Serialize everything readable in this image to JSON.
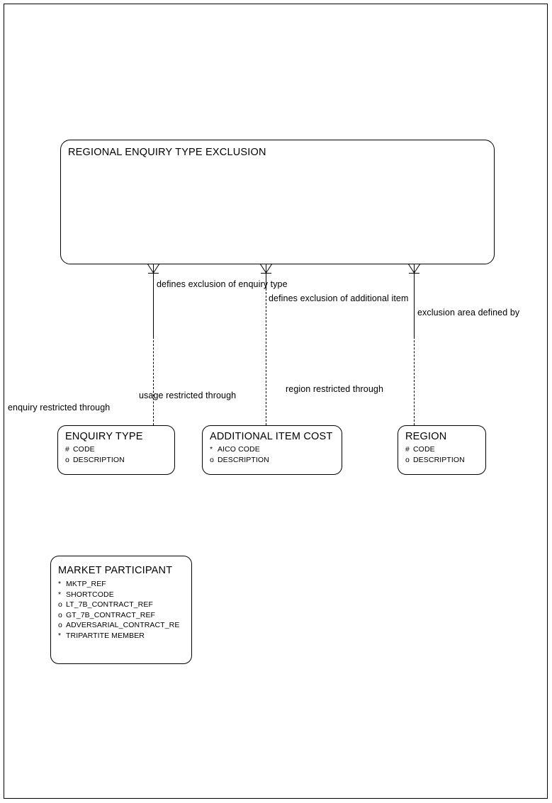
{
  "diagram": {
    "type": "entity-relationship-diagram",
    "notation": "barker-crows-foot",
    "background_color": "#ffffff",
    "line_color": "#000000"
  },
  "entities": [
    {
      "id": "regional-enquiry-type-exclusion",
      "name": "REGIONAL ENQUIRY TYPE EXCLUSION",
      "attributes": []
    },
    {
      "id": "enquiry-type",
      "name": "ENQUIRY TYPE",
      "attributes": [
        {
          "marker": "#",
          "name": "CODE"
        },
        {
          "marker": "o",
          "name": "DESCRIPTION"
        }
      ]
    },
    {
      "id": "additional-item-cost",
      "name": "ADDITIONAL ITEM COST",
      "attributes": [
        {
          "marker": "*",
          "name": "AICO CODE"
        },
        {
          "marker": "o",
          "name": "DESCRIPTION"
        }
      ]
    },
    {
      "id": "region",
      "name": "REGION",
      "attributes": [
        {
          "marker": "#",
          "name": "CODE"
        },
        {
          "marker": "o",
          "name": "DESCRIPTION"
        }
      ]
    },
    {
      "id": "market-participant",
      "name": "MARKET PARTICIPANT",
      "attributes": [
        {
          "marker": "*",
          "name": "MKTP_REF"
        },
        {
          "marker": "*",
          "name": "SHORTCODE"
        },
        {
          "marker": "o",
          "name": "LT_7B_CONTRACT_REF"
        },
        {
          "marker": "o",
          "name": "GT_7B_CONTRACT_REF"
        },
        {
          "marker": "o",
          "name": "ADVERSARIAL_CONTRACT_RE"
        },
        {
          "marker": "*",
          "name": "TRIPARTITE MEMBER"
        }
      ]
    }
  ],
  "relationships": [
    {
      "id": "rel-enquiry-type",
      "from_label": "defines exclusion of enquiry type",
      "to_label": "enquiry restricted through",
      "mid_label": "usage restricted through"
    },
    {
      "id": "rel-additional-item",
      "from_label": "defines exclusion of additional item",
      "to_label": "region restricted through"
    },
    {
      "id": "rel-region",
      "from_label": "exclusion area defined by"
    }
  ],
  "labels": {
    "defines_exclusion_of_enquiry_type": "defines exclusion of enquiry type",
    "defines_exclusion_of_additional_item": "defines exclusion of additional item",
    "exclusion_area_defined_by": "exclusion area defined by",
    "usage_restricted_through": "usage restricted through",
    "region_restricted_through": "region restricted through",
    "enquiry_restricted_through": "enquiry restricted through"
  }
}
